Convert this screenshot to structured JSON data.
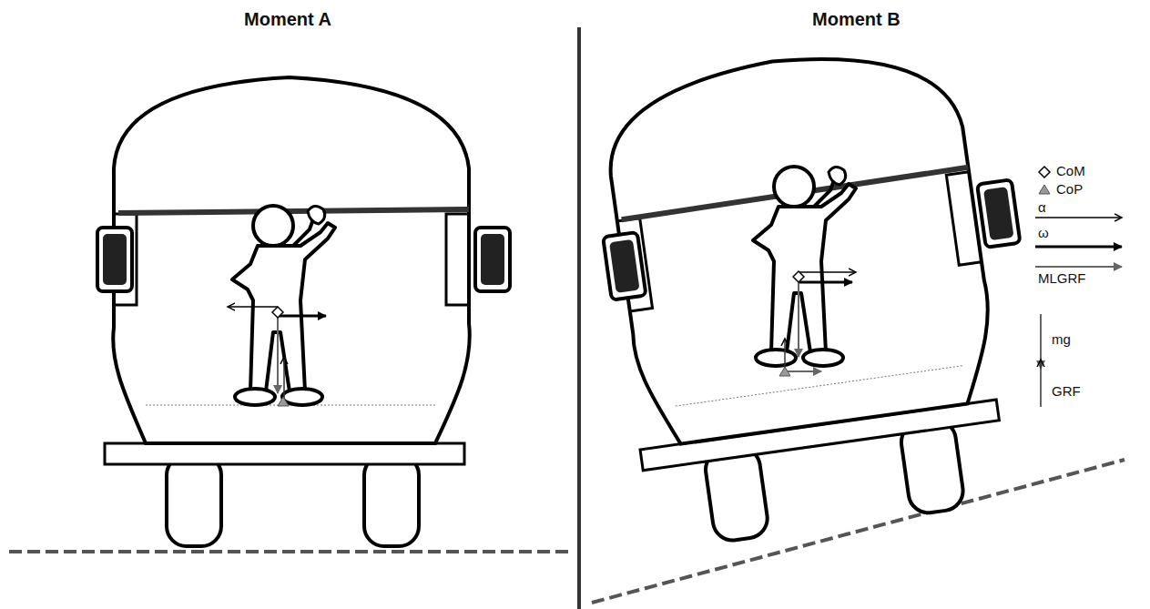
{
  "diagram": {
    "labels": [
      "Moment A",
      "Moment B"
    ],
    "legend": [
      {
        "text": "CoM"
      },
      {
        "text": "CoP"
      },
      {
        "text": "α"
      },
      {
        "text": "ω"
      },
      {
        "text": "MLGRF"
      },
      {
        "text": "mg"
      },
      {
        "text": "GRF"
      }
    ]
  }
}
